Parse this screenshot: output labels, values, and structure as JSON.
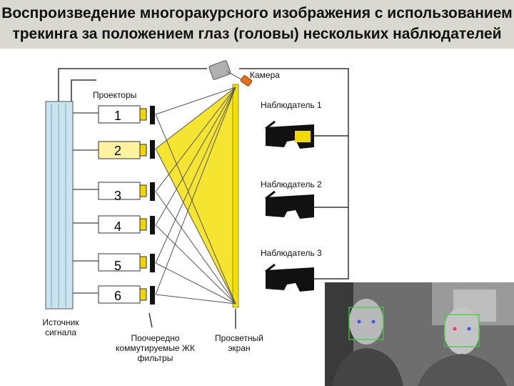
{
  "title": "Воспроизведение многоракурсного изображения с использованием трекинга за положением глаз (головы) нескольких наблюдателей",
  "labels": {
    "camera": "Камера",
    "projectors": "Проекторы",
    "signal_source": "Источник сигнала",
    "lcd_filters": "Поочередно коммутируемые ЖК фильтры",
    "screen": "Просветный экран"
  },
  "observers": [
    "Наблюдатель 1",
    "Наблюдатель 2",
    "Наблюдатель 3"
  ],
  "projector_numbers": [
    "1",
    "2",
    "3",
    "4",
    "5",
    "6"
  ],
  "colors": {
    "screen": "#f2e000",
    "light_cone": "#f5e21a",
    "source_block": "#c9e3ef",
    "active_projector": "#fff3a0",
    "lens_yellow": "#f0d800",
    "camera_orange": "#e0701a"
  }
}
